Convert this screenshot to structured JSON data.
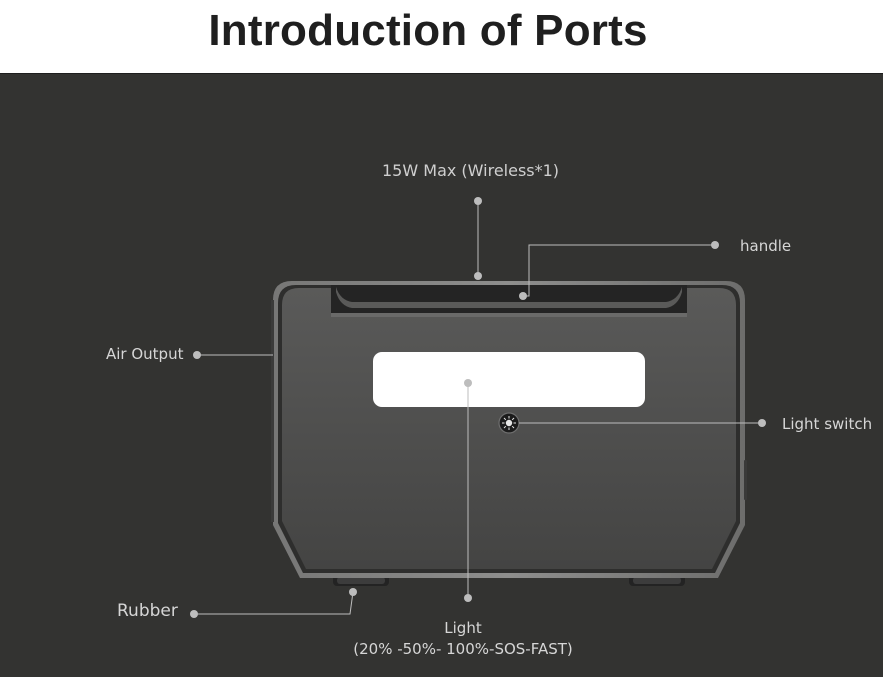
{
  "title": "Introduction of Ports",
  "colors": {
    "background": "#333331",
    "header": "#ffffff",
    "callout": "#bdbdbd",
    "device_body": "#4a4a49",
    "light_panel": "#ffffff"
  },
  "callouts": {
    "wireless": "15W Max (Wireless*1)",
    "handle": "handle",
    "air_output": "Air Output",
    "light_switch": "Light switch",
    "rubber": "Rubber",
    "light_title": "Light",
    "light_modes": "(20% -50%- 100%-SOS-FAST)"
  }
}
